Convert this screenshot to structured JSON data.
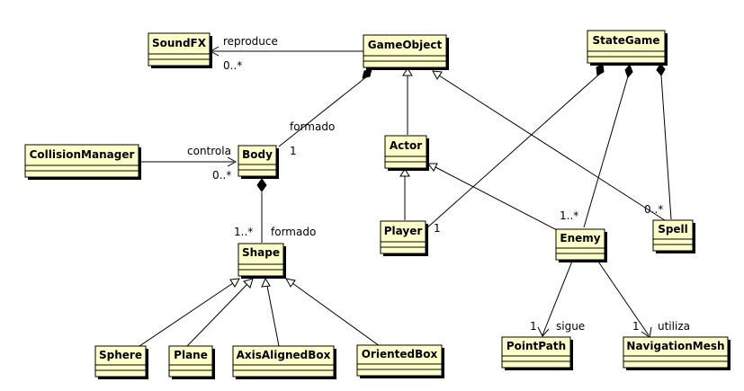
{
  "classes": {
    "soundfx": "SoundFX",
    "gameobject": "GameObject",
    "stategame": "StateGame",
    "actor": "Actor",
    "collisionmanager": "CollisionManager",
    "body": "Body",
    "player": "Player",
    "enemy": "Enemy",
    "spell": "Spell",
    "shape": "Shape",
    "sphere": "Sphere",
    "plane": "Plane",
    "axisalignedbox": "AxisAlignedBox",
    "orientedbox": "OrientedBox",
    "pointpath": "PointPath",
    "navigationmesh": "NavigationMesh"
  },
  "labels": {
    "reproduce": "reproduce",
    "reproduce_mult": "0..*",
    "formado_body": "formado",
    "formado_body_mult": "1",
    "controla": "controla",
    "controla_mult": "0..*",
    "formado_shape": "formado",
    "formado_shape_mult": "1..*",
    "player_mult": "1",
    "enemy_mult": "1..*",
    "spell_mult": "0..*",
    "sigue_mult": "1",
    "sigue": "sigue",
    "utiliza_mult": "1",
    "utiliza": "utiliza"
  }
}
